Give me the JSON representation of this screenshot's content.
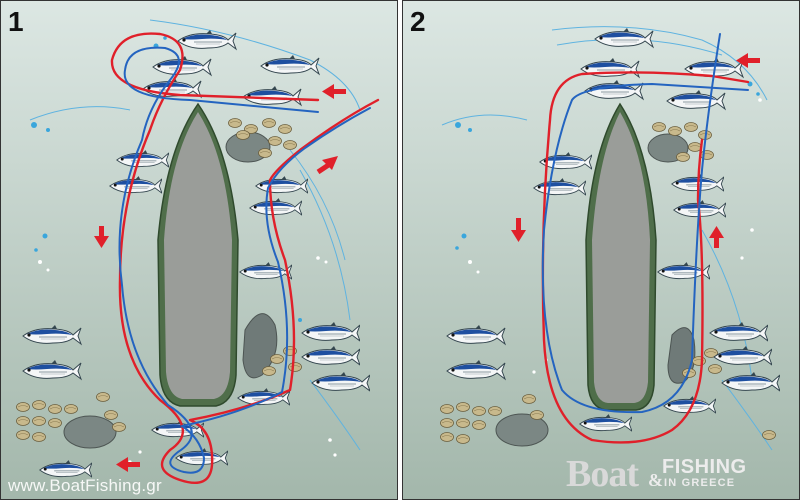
{
  "panels": [
    {
      "number": "1"
    },
    {
      "number": "2"
    }
  ],
  "watermark": "www.BoatFishing.gr",
  "logo": {
    "word1": "Boat",
    "amp": "&",
    "word2": "FISHING",
    "tagline": "IN GREECE"
  },
  "colors": {
    "water_top": "#d9e5e1",
    "water_bottom": "#a8bbb0",
    "boat_fill": "#9a9d99",
    "boat_outline": "#4f6e4a",
    "path_red": "#e0202a",
    "path_blue": "#2464c0",
    "arrow": "#e0202a",
    "fish_back": "#1e4fa0",
    "mussel": "#c4b58a",
    "rock": "#7e8a87"
  }
}
